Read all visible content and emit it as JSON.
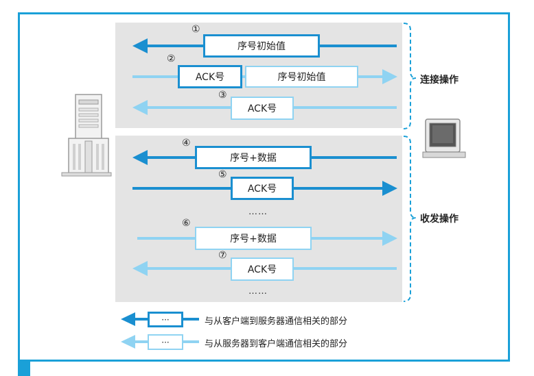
{
  "steps": [
    {
      "num": "①",
      "label": "序号初始值"
    },
    {
      "num": "②",
      "label_a": "ACK号",
      "label_b": "序号初始值"
    },
    {
      "num": "③",
      "label": "ACK号"
    },
    {
      "num": "④",
      "label": "序号+数据"
    },
    {
      "num": "⑤",
      "label": "ACK号"
    },
    {
      "num": "⑥",
      "label": "序号+数据"
    },
    {
      "num": "⑦",
      "label": "ACK号"
    }
  ],
  "ellipsis": "……",
  "sections": {
    "connect": "连接操作",
    "transfer": "收发操作"
  },
  "legend": {
    "dark": {
      "box": "···",
      "text": "与从客户端到服务器通信相关的部分"
    },
    "light": {
      "box": "···",
      "text": "与从服务器到客户端通信相关的部分"
    }
  },
  "colors": {
    "dark_arrow": "#1a8fd0",
    "light_arrow": "#8fd3f2",
    "frame": "#1aa0d8",
    "panel": "#e4e4e4"
  }
}
